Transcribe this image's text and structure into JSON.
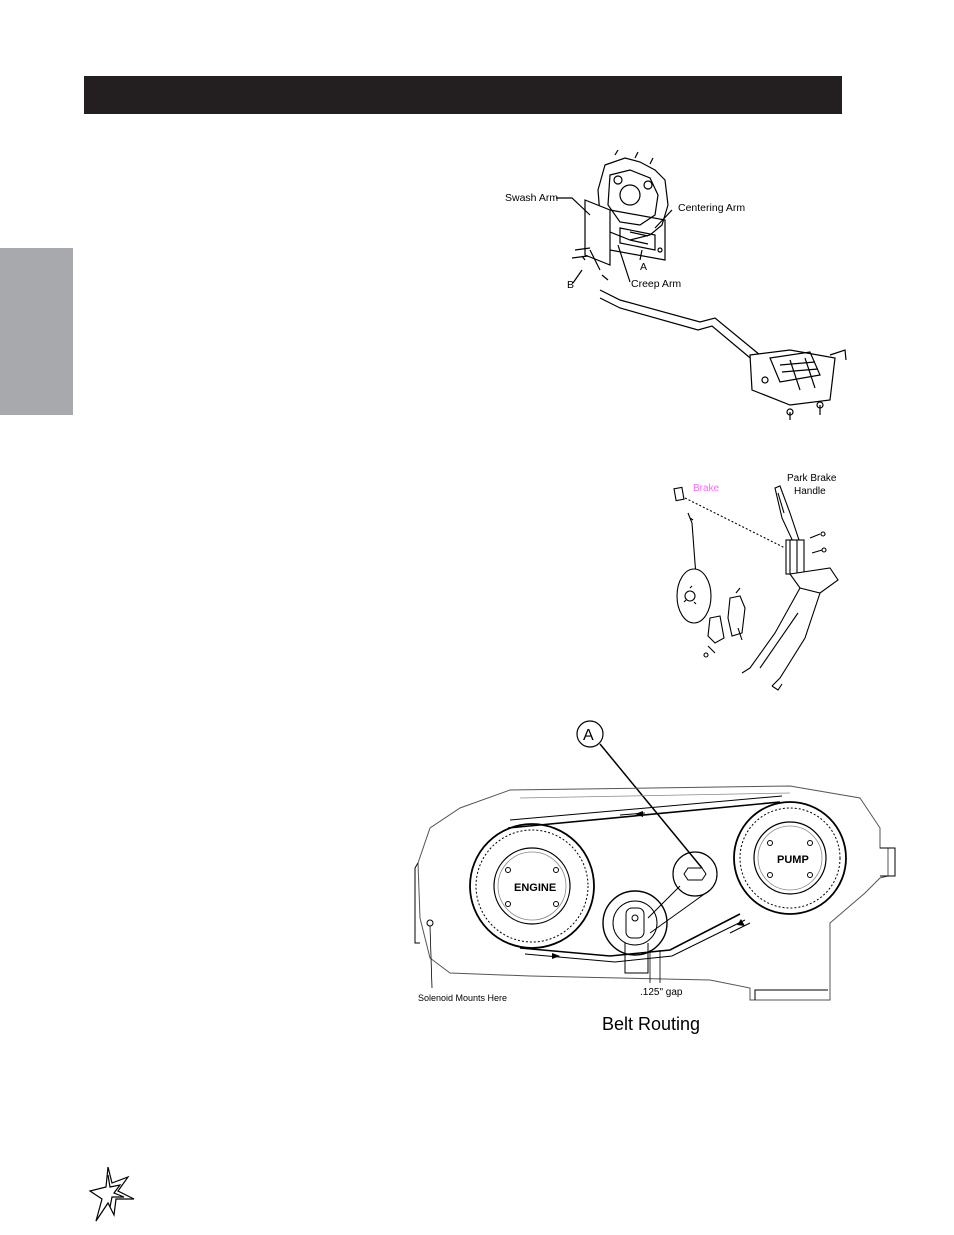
{
  "header": {
    "bar_color": "#231f20"
  },
  "side_tab": {
    "color": "#a7a9ac"
  },
  "figure1": {
    "labels": {
      "swash_arm": "Swash Arm",
      "centering_arm": "Centering Arm",
      "a": "A",
      "b": "B",
      "creep_arm": "Creep Arm"
    }
  },
  "figure2": {
    "labels": {
      "brake": "Brake",
      "park_brake_line1": "Park Brake",
      "park_brake_line2": "Handle"
    },
    "brake_label_color": "#ff66ff"
  },
  "figure3": {
    "labels": {
      "callout_a": "A",
      "engine": "ENGINE",
      "pump": "PUMP",
      "solenoid": "Solenoid Mounts Here",
      "gap": ".125\" gap",
      "caption": "Belt Routing"
    }
  },
  "footer": {
    "logo": "star-logo"
  }
}
